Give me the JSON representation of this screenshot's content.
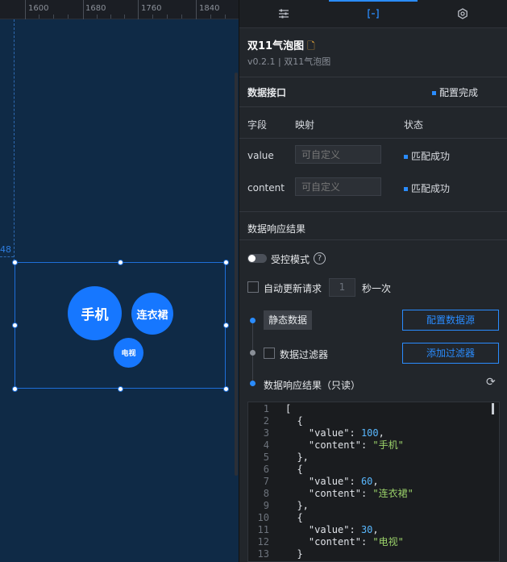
{
  "ruler": {
    "labels": [
      "1600",
      "1680",
      "1760",
      "1840"
    ]
  },
  "canvas": {
    "guide_value": "48"
  },
  "bubbles": [
    {
      "label": "手机",
      "value": 100
    },
    {
      "label": "连衣裙",
      "value": 60
    },
    {
      "label": "电视",
      "value": 30
    }
  ],
  "panel": {
    "tabs": [
      {
        "icon": "sliders-icon"
      },
      {
        "icon": "data-bracket-icon"
      },
      {
        "icon": "interaction-icon"
      }
    ],
    "component": {
      "title": "双11气泡图",
      "version": "v0.2.1 | 双11气泡图"
    },
    "data_interface": {
      "title": "数据接口",
      "status": "配置完成",
      "headers": {
        "field": "字段",
        "mapping": "映射",
        "status": "状态"
      },
      "fields": [
        {
          "name": "value",
          "placeholder": "可自定义",
          "status": "匹配成功"
        },
        {
          "name": "content",
          "placeholder": "可自定义",
          "status": "匹配成功"
        }
      ]
    },
    "response": {
      "title": "数据响应结果",
      "controlled_mode": "受控模式",
      "auto_update": {
        "label": "自动更新请求",
        "interval": "1",
        "unit": "秒一次"
      },
      "static_data": "静态数据",
      "configure_source": "配置数据源",
      "filter": "数据过滤器",
      "add_filter": "添加过滤器",
      "result_readonly": "数据响应结果（只读）"
    },
    "code": {
      "line_numbers": [
        "1",
        "2",
        "3",
        "4",
        "5",
        "6",
        "7",
        "8",
        "9",
        "10",
        "11",
        "12",
        "13"
      ],
      "lines": [
        "[",
        "  {",
        "    \"value\": 100,",
        "    \"content\": \"手机\"",
        "  },",
        "  {",
        "    \"value\": 60,",
        "    \"content\": \"连衣裙\"",
        "  },",
        "  {",
        "    \"value\": 30,",
        "    \"content\": \"电视\"",
        "  }"
      ]
    }
  },
  "colors": {
    "accent": "#2a8cff",
    "bubble": "#1677ff",
    "doc_icon": "#e7a73a",
    "string": "#9bd26a",
    "number": "#59b8ff"
  }
}
